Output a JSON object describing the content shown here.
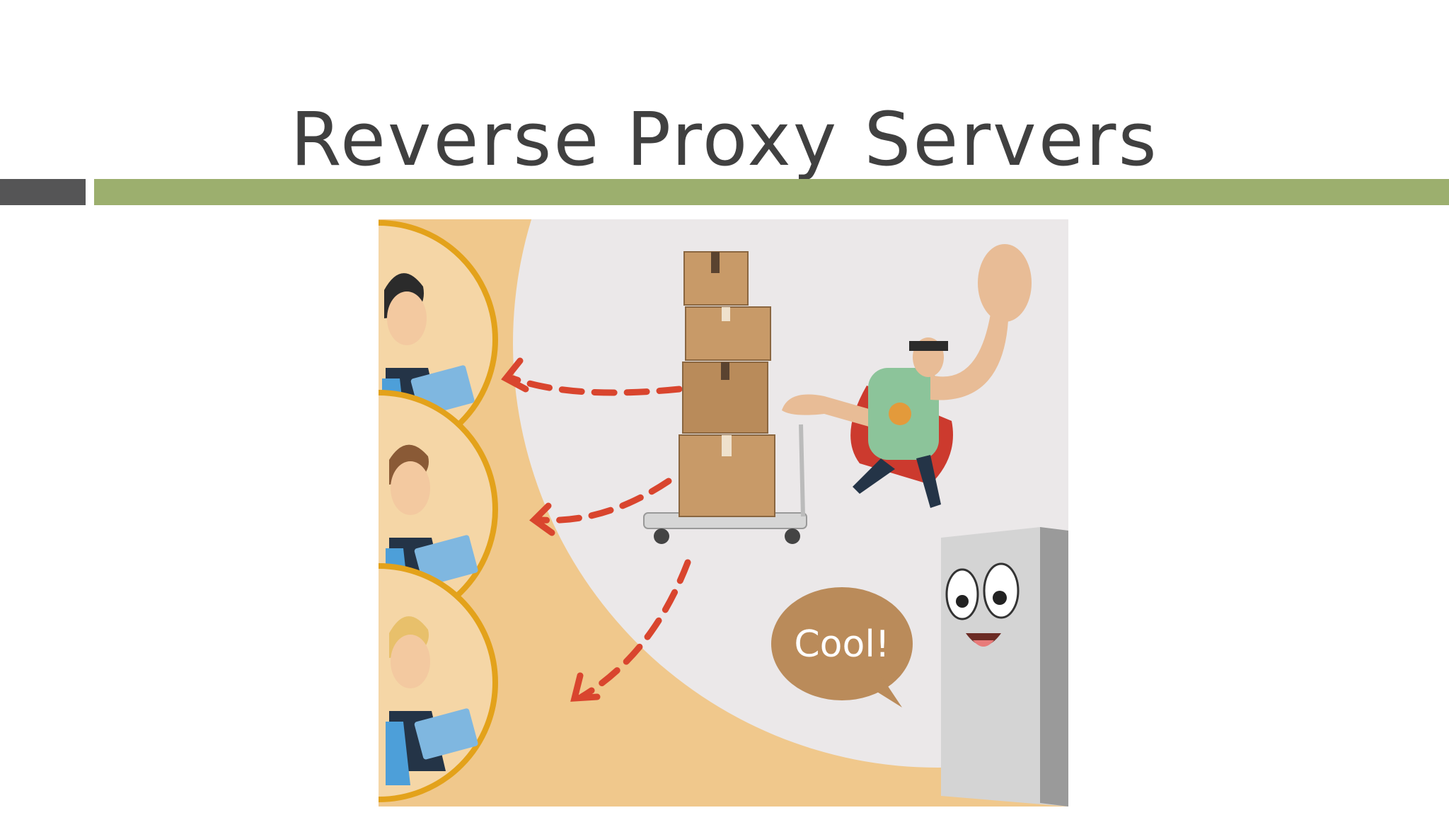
{
  "slide": {
    "title": "Reverse Proxy Servers"
  },
  "illustration": {
    "speech_bubble_text": "Cool!",
    "clients": [
      "client-user-1",
      "client-user-2",
      "client-user-3"
    ],
    "colors": {
      "background_beige": "#f0c88c",
      "background_grey": "#ebe8e9",
      "client_ring": "#e3a21b",
      "arrow": "#d9452e",
      "box": "#c89a68",
      "shirt": "#8cc49a",
      "cape": "#cc3a2e",
      "server": "#c8c8c8",
      "bubble": "#ba8b5a"
    }
  },
  "decor": {
    "accent_dark": "#555556",
    "accent_green": "#9caf6e"
  }
}
